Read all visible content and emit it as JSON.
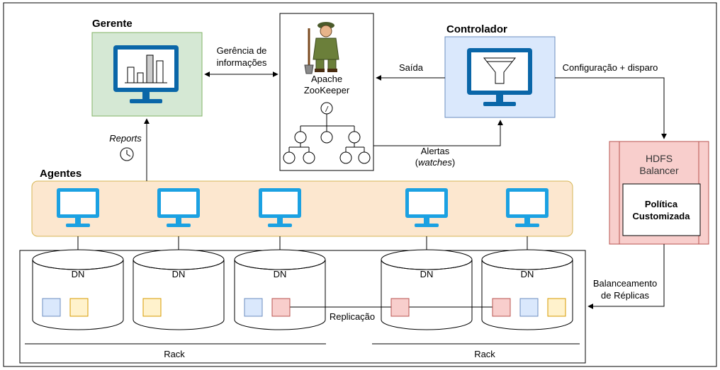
{
  "labels": {
    "gerente": "Gerente",
    "controlador": "Controlador",
    "agentes": "Agentes",
    "zookeeper_line1": "Apache",
    "zookeeper_line2": "ZooKeeper",
    "gerencia_line1": "Gerência de",
    "gerencia_line2": "informações",
    "saida": "Saída",
    "configuracao": "Configuração + disparo",
    "alertas": "Alertas",
    "watches_open": "(",
    "watches": "watches",
    "watches_close": ")",
    "reports": "Reports",
    "hdfs_line1": "HDFS",
    "hdfs_line2": "Balancer",
    "politica_line1": "Política",
    "politica_line2": "Customizada",
    "balanceamento_line1": "Balanceamento",
    "balanceamento_line2": "de Réplicas",
    "replicacao": "Replicação",
    "rack1": "Rack",
    "rack2": "Rack",
    "zk_root": "/"
  },
  "datanodes": [
    {
      "label": "DN",
      "blocks": [
        "blue",
        "orange"
      ]
    },
    {
      "label": "DN",
      "blocks": [
        "orange"
      ]
    },
    {
      "label": "DN",
      "blocks": [
        "blue",
        "red"
      ]
    },
    {
      "label": "DN",
      "blocks": [
        "red"
      ]
    },
    {
      "label": "DN",
      "blocks": [
        "red",
        "blue",
        "orange"
      ]
    }
  ],
  "colors": {
    "gerente_fill": "#d5e8d4",
    "controlador_fill": "#dae8fc",
    "agentes_fill": "#fce7cf",
    "agentes_stroke": "#d6b656",
    "hdfs_fill": "#f8cecc",
    "hdfs_stroke": "#b85450",
    "monitor": "#1ba1e2",
    "monitor_dark": "#0a66a8",
    "block_blue": "#dae8fc",
    "block_blue_stroke": "#6c8ebf",
    "block_orange": "#fff2cc",
    "block_orange_stroke": "#d79b00",
    "block_red": "#f8cecc",
    "block_red_stroke": "#b85450"
  }
}
